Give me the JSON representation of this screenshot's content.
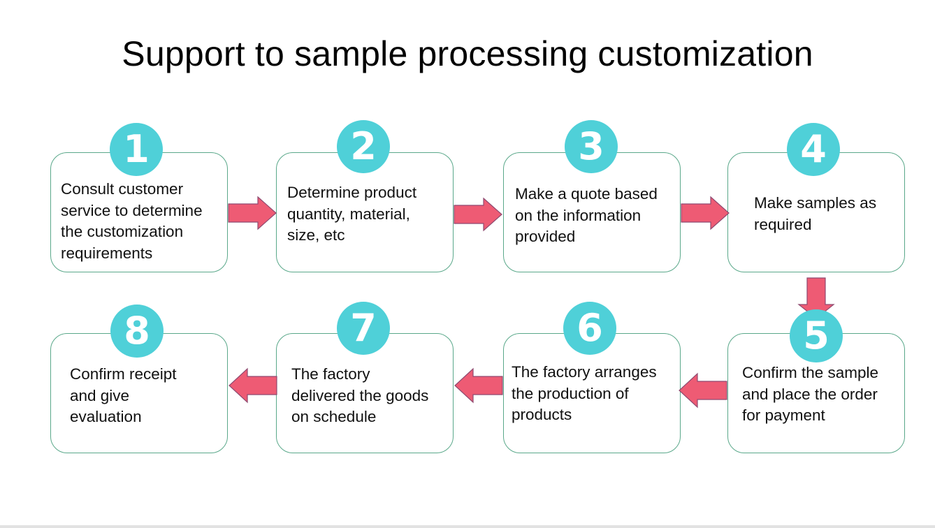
{
  "title": "Support to sample processing customization",
  "colors": {
    "badge": "#4fd0d8",
    "box_border": "#5aa88a",
    "arrow_fill": "#ee5b74",
    "arrow_stroke": "#8f4a70"
  },
  "steps": [
    {
      "number": "1",
      "lines": [
        "Consult customer",
        "service to determine",
        "the customization",
        "requirements"
      ]
    },
    {
      "number": "2",
      "lines": [
        "Determine product",
        "quantity, material,",
        "size, etc"
      ]
    },
    {
      "number": "3",
      "lines": [
        "Make a quote based",
        "on the information",
        "provided"
      ]
    },
    {
      "number": "4",
      "lines": [
        "Make samples as",
        "required"
      ]
    },
    {
      "number": "5",
      "lines": [
        "Confirm the sample",
        "and place the order",
        "for payment"
      ]
    },
    {
      "number": "6",
      "lines": [
        "The factory arranges",
        "the production of",
        "products"
      ]
    },
    {
      "number": "7",
      "lines": [
        "The factory",
        "delivered the goods",
        "on schedule"
      ]
    },
    {
      "number": "8",
      "lines": [
        "Confirm receipt",
        "and give",
        "evaluation"
      ]
    }
  ]
}
